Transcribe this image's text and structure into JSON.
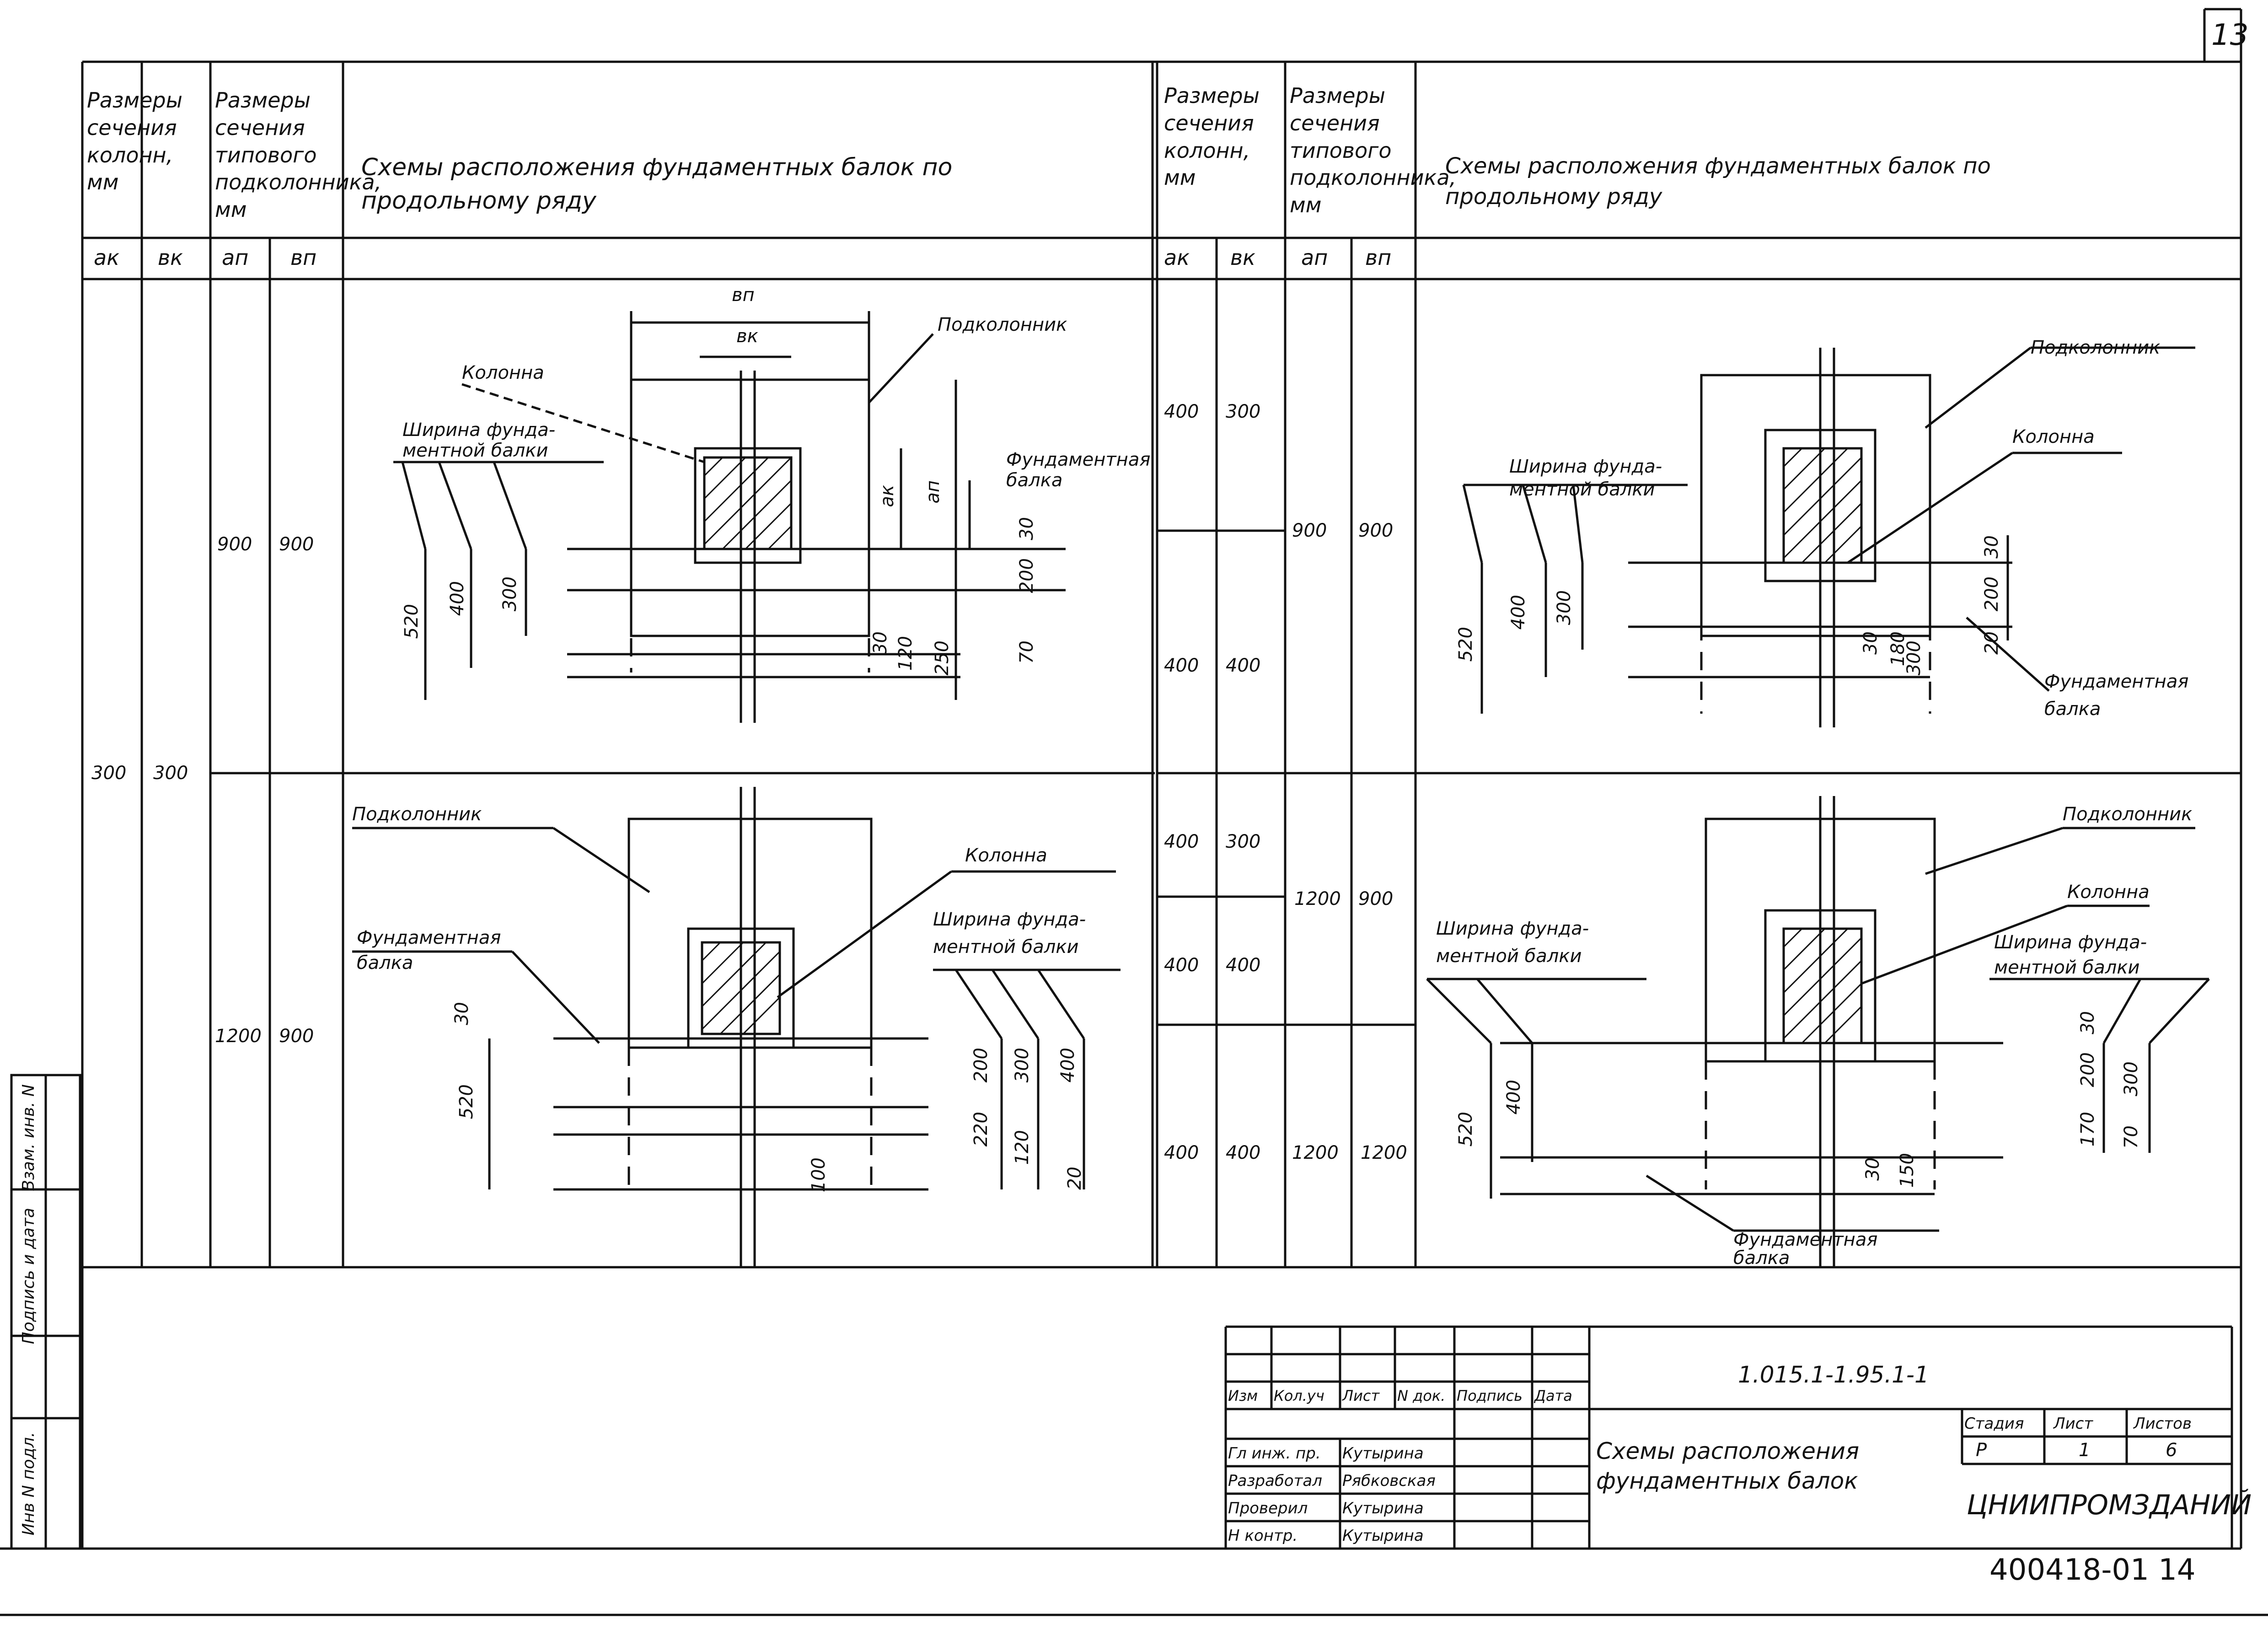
{
  "sheet_corner": "13",
  "left_table": {
    "col_groups": [
      "Размеры сечения колонн, мм",
      "Размеры сечения типового подколонника, мм"
    ],
    "col_heads": [
      "ак",
      "вк",
      "ап",
      "вп"
    ],
    "schemes_title": "Схемы расположения фундаментных балок по продольному ряду",
    "row_shared": {
      "ak": "300",
      "bk": "300"
    },
    "rows": [
      {
        "ap": "900",
        "bp": "900"
      },
      {
        "ap": "1200",
        "bp": "900"
      }
    ]
  },
  "right_table": {
    "col_groups": [
      "Размеры сечения колонн, мм",
      "Размеры сечения типового подколонника, мм"
    ],
    "col_heads": [
      "ак",
      "вк",
      "ап",
      "вп"
    ],
    "schemes_title": "Схемы расположения фундаментных балок по продольному ряду",
    "rows": [
      {
        "ak": "400",
        "bk": "300"
      },
      {
        "ak": "400",
        "bk": "400"
      },
      {
        "ak": "400",
        "bk": "300"
      },
      {
        "ak": "400",
        "bk": "400"
      },
      {
        "ak": "400",
        "bk": "400"
      }
    ],
    "group_values": [
      {
        "ap": "900",
        "bp": "900"
      },
      {
        "ap": "1200",
        "bp": "900"
      },
      {
        "ap": "1200",
        "bp": "1200"
      }
    ]
  },
  "labels": {
    "podkolonnik": "Подколонник",
    "kolonna": "Колонна",
    "shirina": "Ширина фундаментной балки",
    "shirina_l1": "Ширина фунда-",
    "shirina_l2": "ментной балки",
    "fund_l1": "Фундаментная",
    "fund_l2": "балка",
    "bp": "вп",
    "bk": "вк",
    "ak": "ак",
    "ap": "ап"
  },
  "dims": {
    "d520": "520",
    "d400": "400",
    "d300": "300",
    "d200": "200",
    "d30": "30",
    "d70": "70",
    "d250": "250",
    "d120": "120",
    "d220": "220",
    "d100": "100",
    "d20": "20",
    "d180": "180",
    "d150": "150",
    "d170": "170"
  },
  "side_stamp": [
    "Инв N подл.",
    "Подпись и дата",
    "Взам. инв. N"
  ],
  "title_block": {
    "doc_code": "1.015.1-1.95.1-1",
    "header_cols": [
      "Изм",
      "Кол.уч",
      "Лист",
      "N док.",
      "Подпись",
      "Дата"
    ],
    "staff": [
      {
        "role": "Гл инж. пр.",
        "name": "Кутырина"
      },
      {
        "role": "Разработал",
        "name": "Рябковская"
      },
      {
        "role": "Проверил",
        "name": "Кутырина"
      },
      {
        "role": "Н контр.",
        "name": "Кутырина"
      }
    ],
    "title": "Схемы расположения фундаментных балок",
    "stage_head": "Стадия",
    "sheet_head": "Лист",
    "sheets_head": "Листов",
    "stage": "Р",
    "sheet": "1",
    "sheets": "6",
    "org": "ЦНИИПРОМЗДАНИЙ"
  },
  "footer_code": "400418-01  14"
}
